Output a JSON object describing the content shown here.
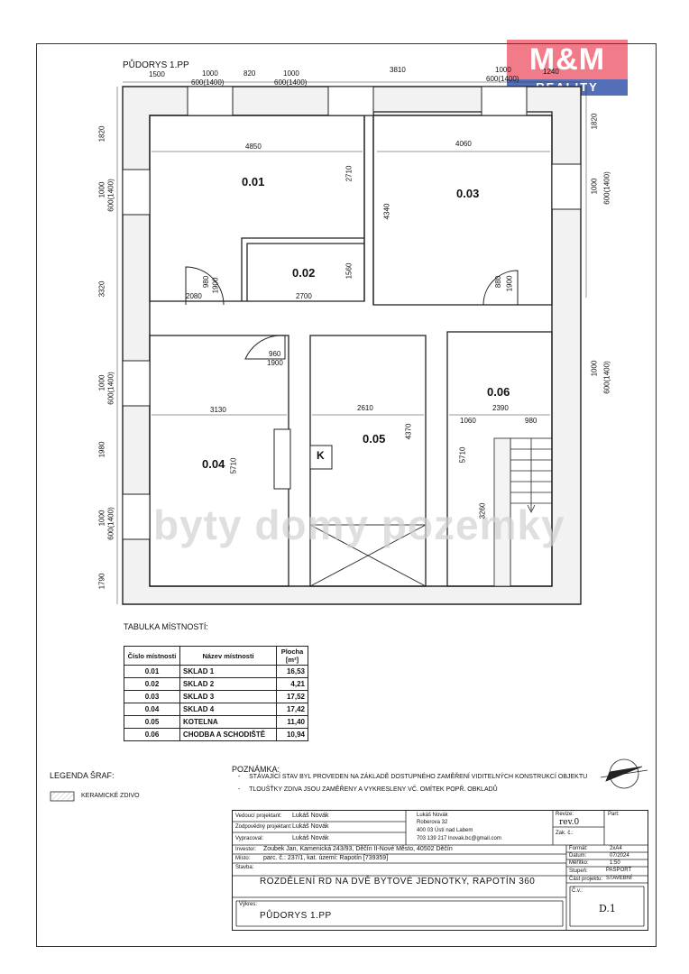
{
  "title": "PŮDORYS 1.PP",
  "brand": {
    "line1": "M&M",
    "line2": "REALITY"
  },
  "watermark": "byty domy pozemky",
  "dimensions": {
    "top": [
      "1500",
      "1000",
      "600(1400)",
      "820",
      "1000",
      "600(1400)",
      "3810",
      "1000",
      "600(1400)",
      "1240"
    ],
    "left": [
      "1820",
      "1000",
      "600(1400)",
      "3320",
      "1000",
      "600(1400)",
      "1980",
      "1000",
      "600(1400)",
      "1790"
    ],
    "right": [
      "1820",
      "1000",
      "600(1400)",
      "1000",
      "600(1400)"
    ],
    "inner": [
      "4850",
      "2710",
      "4060",
      "4340",
      "1560",
      "2700",
      "2080",
      "980",
      "1900",
      "880",
      "1900",
      "960",
      "1900",
      "3130",
      "5710",
      "2610",
      "4370",
      "2390",
      "1060",
      "980",
      "5710",
      "3260"
    ]
  },
  "rooms_on_plan": [
    "0.01",
    "0.02",
    "0.03",
    "0.04",
    "0.05",
    "0.06"
  ],
  "boiler_mark": "K",
  "table": {
    "heading": "TABULKA MÍSTNOSTÍ:",
    "col_no": "Číslo místnosti",
    "col_name": "Název místnosti",
    "col_area": "Plocha [m²]",
    "rows": [
      {
        "no": "0.01",
        "name": "SKLAD 1",
        "area": "16,53"
      },
      {
        "no": "0.02",
        "name": "SKLAD 2",
        "area": "4,21"
      },
      {
        "no": "0.03",
        "name": "SKLAD 3",
        "area": "17,52"
      },
      {
        "no": "0.04",
        "name": "SKLAD 4",
        "area": "17,42"
      },
      {
        "no": "0.05",
        "name": "KOTELNA",
        "area": "11,40"
      },
      {
        "no": "0.06",
        "name": "CHODBA A SCHODIŠTĚ",
        "area": "10,94"
      }
    ]
  },
  "legend": {
    "heading": "LEGENDA ŠRAF:",
    "item": "KERAMICKÉ ZDIVO"
  },
  "note": {
    "heading": "POZNÁMKA:",
    "lines": [
      "STÁVAJÍCÍ STAV BYL PROVEDEN NA ZÁKLADĚ DOSTUPNÉHO ZAMĚŘENÍ VIDITELNÝCH KONSTRUKCÍ OBJEKTU",
      "TLOUŠŤKY ZDIVA JSOU ZAMĚŘENY A VYKRESLENY VČ. OMÍTEK POPŘ. OBKLADŮ"
    ]
  },
  "titleblock": {
    "l_lead": "Vedoucí projektant:",
    "v_lead": "Lukáš Novák",
    "l_resp": "Zodpovědný projektant:",
    "v_resp": "Lukáš Novák",
    "l_draw": "Vypracoval:",
    "v_draw": "Lukáš Novák",
    "firm": [
      "Lukáš Novák",
      "Roberova 32",
      "400 03 Ústí nad Labem",
      "703 139 217 lnovak.bc@gmail.com"
    ],
    "l_rev": "Revize:",
    "v_rev": "rev.0",
    "l_part": "Part:",
    "l_zak": "Zak. č.:",
    "l_investor": "Investor:",
    "v_investor": "Zoubek Jan, Kamenická 243/93, Děčín II-Nové Město, 40502 Děčín",
    "l_place": "Místo:",
    "v_place": "parc. č.: 237/1, kat. území: Rapotín [739359]",
    "l_build": "Stavba:",
    "v_build": "ROZDĚLENÍ RD NA DVĚ BYTOVÉ JEDNOTKY, RAPOTÍN 360",
    "l_sheet": "Výkres:",
    "v_sheet": "PŮDORYS 1.PP",
    "l_format": "Formát:",
    "v_format": "2xA4",
    "l_date": "Datum:",
    "v_date": "07/2024",
    "l_scale": "Měřítko:",
    "v_scale": "1:50",
    "l_stage": "Stupeň:",
    "v_stage": "PASPORT",
    "l_part2": "Část projektu:",
    "v_part2": "STAVEBNÍ",
    "l_no": "Č.v.:",
    "v_no": "D.1"
  }
}
